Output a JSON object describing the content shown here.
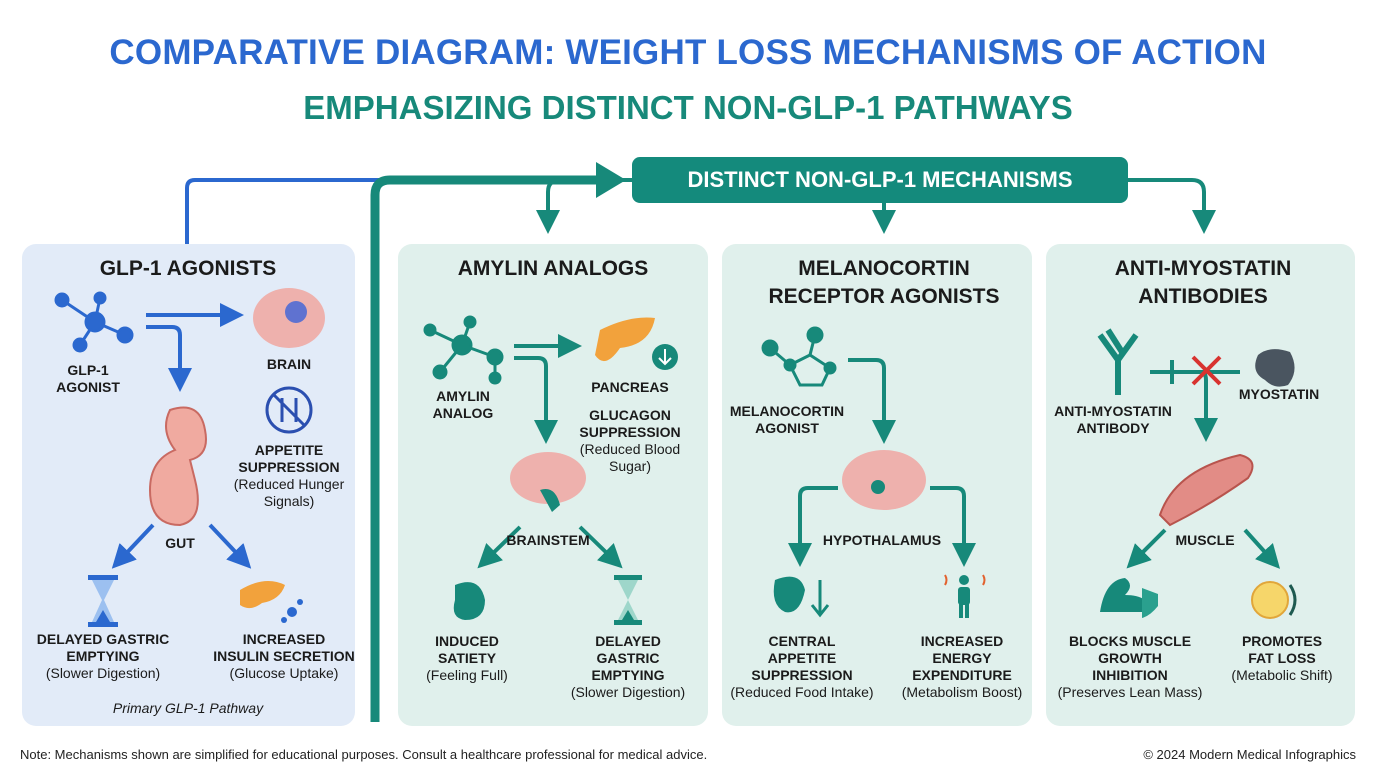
{
  "title": "COMPARATIVE DIAGRAM: WEIGHT LOSS MECHANISMS OF ACTION",
  "subtitle": "EMPHASIZING DISTINCT NON-GLP-1 PATHWAYS",
  "banner": "DISTINCT NON-GLP-1 MECHANISMS",
  "glp1": {
    "title": "GLP-1 AGONISTS",
    "agonist": "GLP-1\nAGONIST",
    "brain": "BRAIN",
    "appetite": "APPETITE\nSUPPRESSION",
    "appetite_note": "(Reduced Hunger\nSignals)",
    "gut": "GUT",
    "gastric": "DELAYED GASTRIC\nEMPTYING",
    "gastric_note": "(Slower Digestion)",
    "insulin": "INCREASED\nINSULIN SECRETION",
    "insulin_note": "(Glucose Uptake)",
    "caption": "Primary GLP-1 Pathway"
  },
  "amylin": {
    "title": "AMYLIN ANALOGS",
    "analog": "AMYLIN\nANALOG",
    "pancreas": "PANCREAS",
    "glucagon": "GLUCAGON\nSUPPRESSION",
    "glucagon_note": "(Reduced Blood\nSugar)",
    "brainstem": "BRAINSTEM",
    "satiety": "INDUCED\nSATIETY",
    "satiety_note": "(Feeling Full)",
    "gastric": "DELAYED\nGASTRIC\nEMPTYING",
    "gastric_note": "(Slower Digestion)"
  },
  "melanocortin": {
    "title": "MELANOCORTIN\nRECEPTOR AGONISTS",
    "agonist": "MELANOCORTIN\nAGONIST",
    "hypothalamus": "HYPOTHALAMUS",
    "appetite": "CENTRAL\nAPPETITE\nSUPPRESSION",
    "appetite_note": "(Reduced Food Intake)",
    "energy": "INCREASED\nENERGY\nEXPENDITURE",
    "energy_note": "(Metabolism Boost)"
  },
  "myostatin": {
    "title": "ANTI-MYOSTATIN\nANTIBODIES",
    "antibody": "ANTI-MYOSTATIN\nANTIBODY",
    "myostatin": "MYOSTATIN",
    "muscle": "MUSCLE",
    "blocks": "BLOCKS MUSCLE\nGROWTH\nINHIBITION",
    "blocks_note": "(Preserves Lean Mass)",
    "fat": "PROMOTES\nFAT LOSS",
    "fat_note": "(Metabolic Shift)"
  },
  "footer": {
    "note": "Note: Mechanisms shown are simplified for educational purposes. Consult a healthcare professional for medical advice.",
    "copyright": "© 2024 Modern Medical Infographics"
  },
  "colors": {
    "blue": "#2b68cf",
    "teal": "#17897a",
    "glp_panel": "#e2ebf8",
    "teal_panel": "#e0f0ec"
  }
}
